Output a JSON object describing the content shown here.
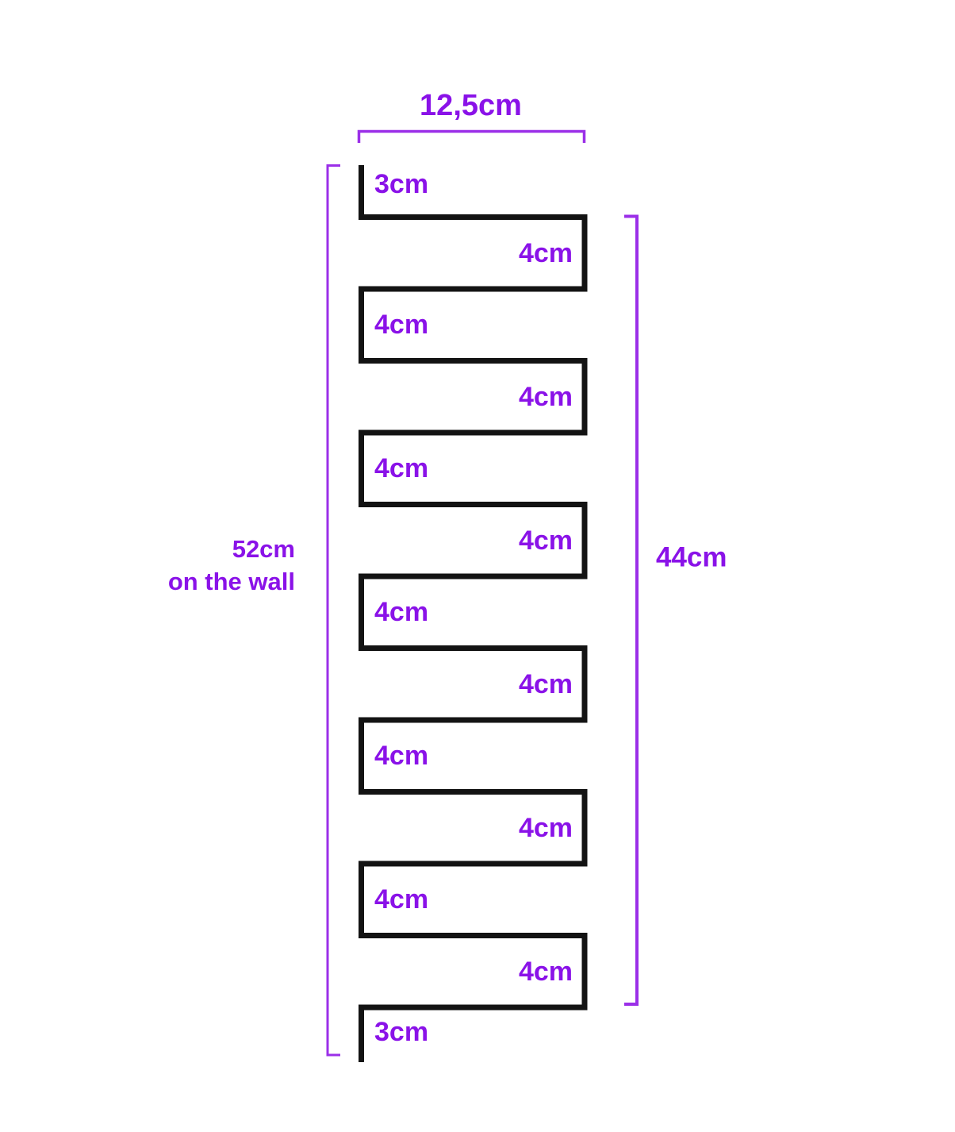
{
  "labels": {
    "top_width": "12,5cm",
    "wall_line1": "52cm",
    "wall_line2": "on the wall",
    "right_span": "44cm"
  },
  "segments": [
    {
      "label": "3cm",
      "side": "left"
    },
    {
      "label": "4cm",
      "side": "right"
    },
    {
      "label": "4cm",
      "side": "left"
    },
    {
      "label": "4cm",
      "side": "right"
    },
    {
      "label": "4cm",
      "side": "left"
    },
    {
      "label": "4cm",
      "side": "right"
    },
    {
      "label": "4cm",
      "side": "left"
    },
    {
      "label": "4cm",
      "side": "right"
    },
    {
      "label": "4cm",
      "side": "left"
    },
    {
      "label": "4cm",
      "side": "right"
    },
    {
      "label": "4cm",
      "side": "left"
    },
    {
      "label": "4cm",
      "side": "right"
    },
    {
      "label": "3cm",
      "side": "left"
    }
  ],
  "colors": {
    "accent_text": "#8a12e8",
    "bracket": "#9b2fe8",
    "outline": "#131313"
  }
}
